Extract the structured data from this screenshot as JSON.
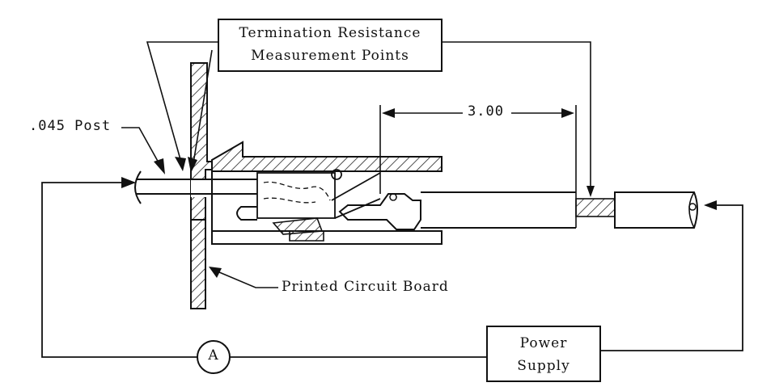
{
  "labels": {
    "measurement_title_line1": "Termination Resistance",
    "measurement_title_line2": "Measurement Points",
    "post": ".045 Post",
    "dimension": "3.00",
    "pcb": "Printed Circuit Board",
    "ammeter": "A",
    "power_line1": "Power",
    "power_line2": "Supply"
  }
}
